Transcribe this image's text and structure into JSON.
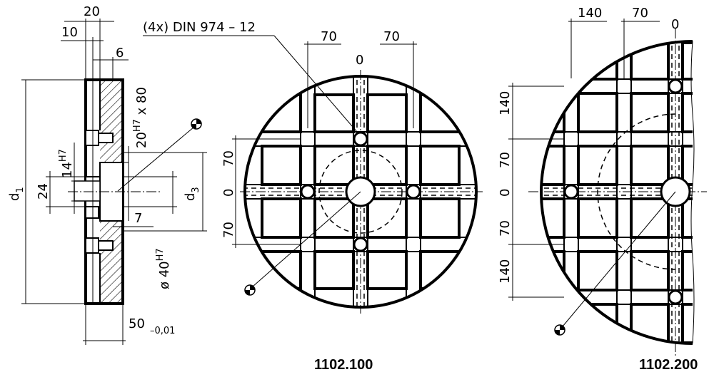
{
  "callout": "(4x) DIN 974 – 12",
  "side_view": {
    "dims": {
      "top_20": "20",
      "top_10": "10",
      "top_6": "6",
      "d1": "d",
      "d1_sub": "1",
      "d24": "24",
      "d14": "14",
      "d14_tol": "H7",
      "slot_20": "20",
      "slot_20_tol": "H7",
      "slot_x80": " x 80",
      "d3": "d",
      "d3_sub": "3",
      "d7": "7",
      "bore": "ø 40",
      "bore_tol": "H7",
      "thick_50": "50",
      "thick_tol": "–0,01"
    }
  },
  "view_100": {
    "part_number": "1102.100",
    "top_70_left": "70",
    "top_70_right": "70",
    "top_0": "0",
    "left_70_top": "70",
    "left_0": "0",
    "left_70_bottom": "70"
  },
  "view_200": {
    "part_number": "1102.200",
    "top_140": "140",
    "top_70": "70",
    "top_0": "0",
    "left_140_top": "140",
    "left_70_top": "70",
    "left_0": "0",
    "left_70_bottom": "70",
    "left_140_bottom": "140"
  }
}
